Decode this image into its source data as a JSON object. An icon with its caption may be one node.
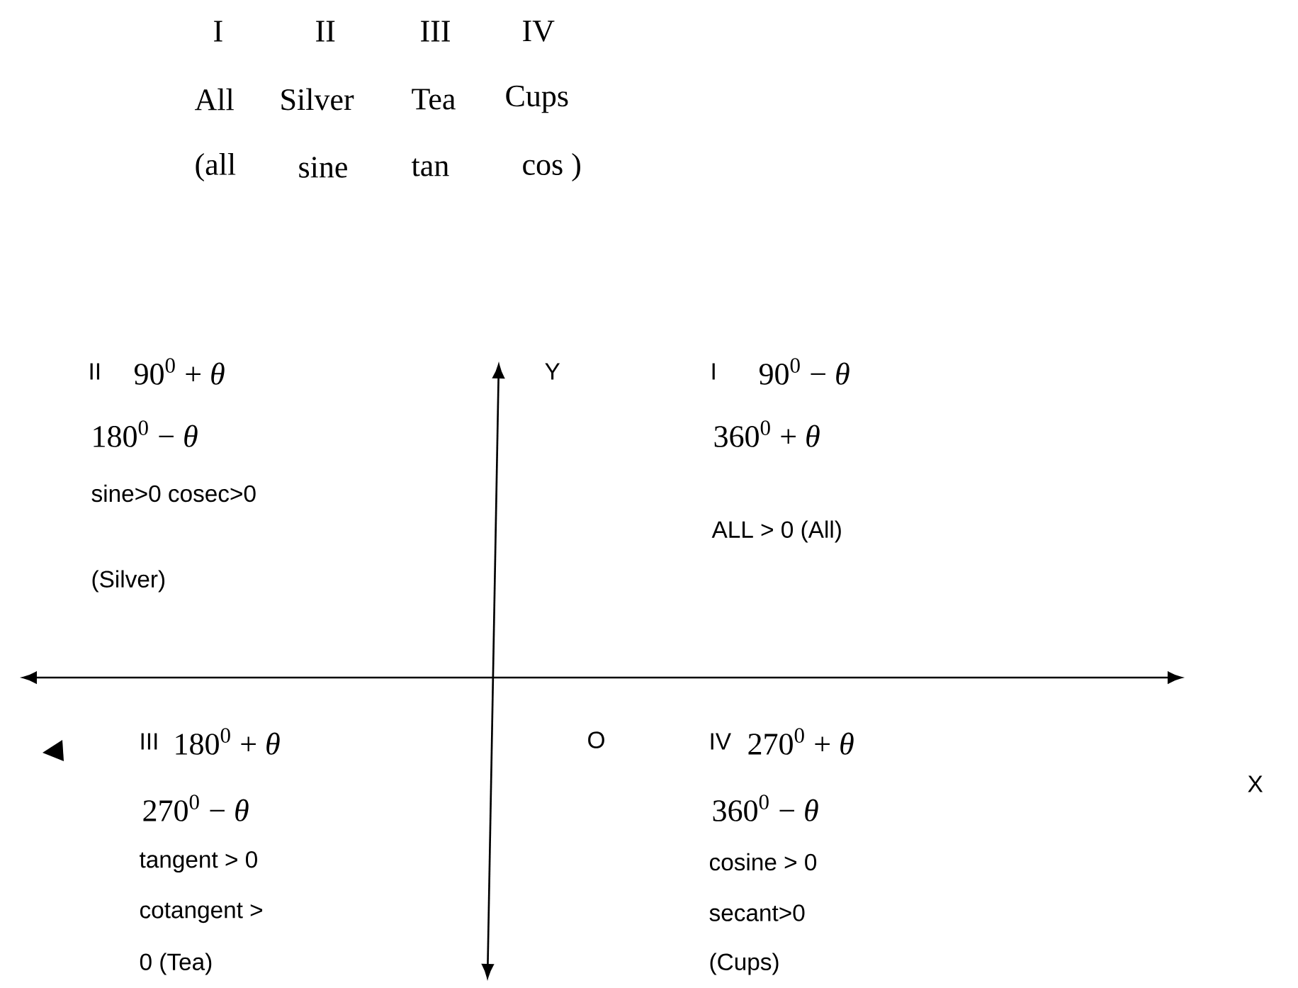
{
  "diagram": {
    "labels": [
      "I",
      "II",
      "III",
      "IV",
      "All",
      "Silver",
      "Tea",
      "Cups",
      "(all",
      "sine",
      "tan",
      "cos )",
      "II",
      "90$^{0}$ + *θ*",
      "Y",
      "I",
      "90$^{0}$ − *θ*",
      "180$^{0}$ − *θ*",
      "360$^{0}$ + *θ*",
      "sine>0 cosec>0",
      "ALL > 0 (All)",
      "(Silver)",
      "III",
      "180$^{0}$ + *θ*",
      "O",
      "IV",
      "270$^{0}$ + *θ*",
      "X",
      "270$^{0}$ − *θ*",
      "360$^{0}$ − *θ*",
      "tangent > 0",
      "cosine > 0",
      "cotangent >",
      "secant>0",
      "0 (Tea)",
      "(Cups)"
    ]
  }
}
